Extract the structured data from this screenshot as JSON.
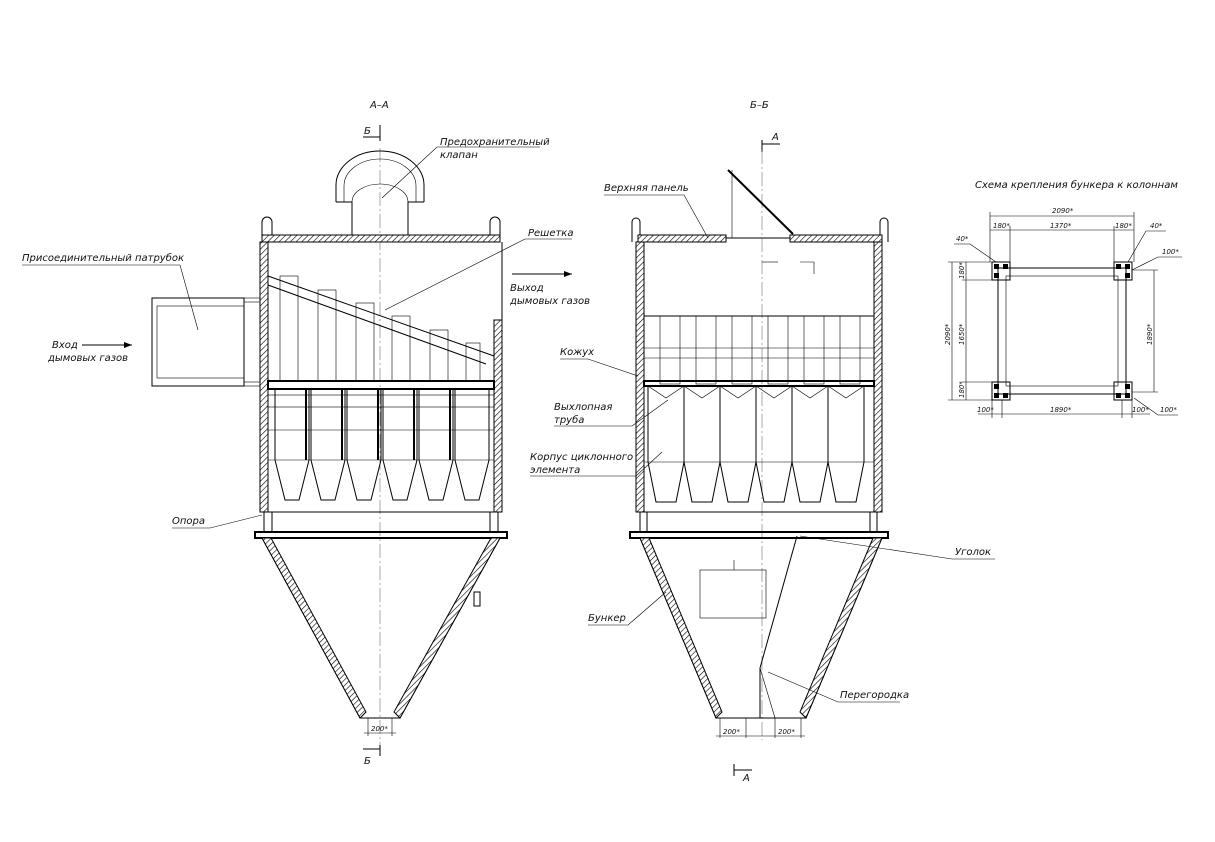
{
  "sections": {
    "aa": {
      "title": "А–А",
      "cut_top": "Б",
      "cut_bottom": "Б",
      "dim_bottom": "200*"
    },
    "bb": {
      "title": "Б–Б",
      "cut_top": "А",
      "cut_bottom": "А",
      "dim_left": "200*",
      "dim_right": "200*"
    }
  },
  "labels": {
    "valve": "Предохранительный клапан",
    "inlet_pipe": "Присоединительный патрубок",
    "inlet": "Вход дымовых газов",
    "grid": "Решетка",
    "outlet": "Выход дымовых газов",
    "support": "Опора",
    "top_panel": "Верхняя панель",
    "casing": "Кожух",
    "exhaust_pipe": "Выхлопная труба",
    "cyclone_body": "Корпус циклонного элемента",
    "hopper": "Бункер",
    "angle": "Уголок",
    "partition": "Перегородка"
  },
  "scheme": {
    "title": "Схема крепления бункера к колоннам",
    "dims": {
      "overall_width": "2090*",
      "left_offset": "180*",
      "mid_width": "1370*",
      "right_offset": "180*",
      "left_40": "40*",
      "right_40": "40*",
      "right_100_top": "100*",
      "left_height": "2090*",
      "left_180_top": "180*",
      "left_1650": "1650*",
      "left_180_bottom": "180*",
      "right_height": "1890*",
      "bottom_left_100": "100*",
      "bottom_1890": "1890*",
      "bottom_right_100": "100*",
      "bottom_right_100b": "100*"
    }
  }
}
